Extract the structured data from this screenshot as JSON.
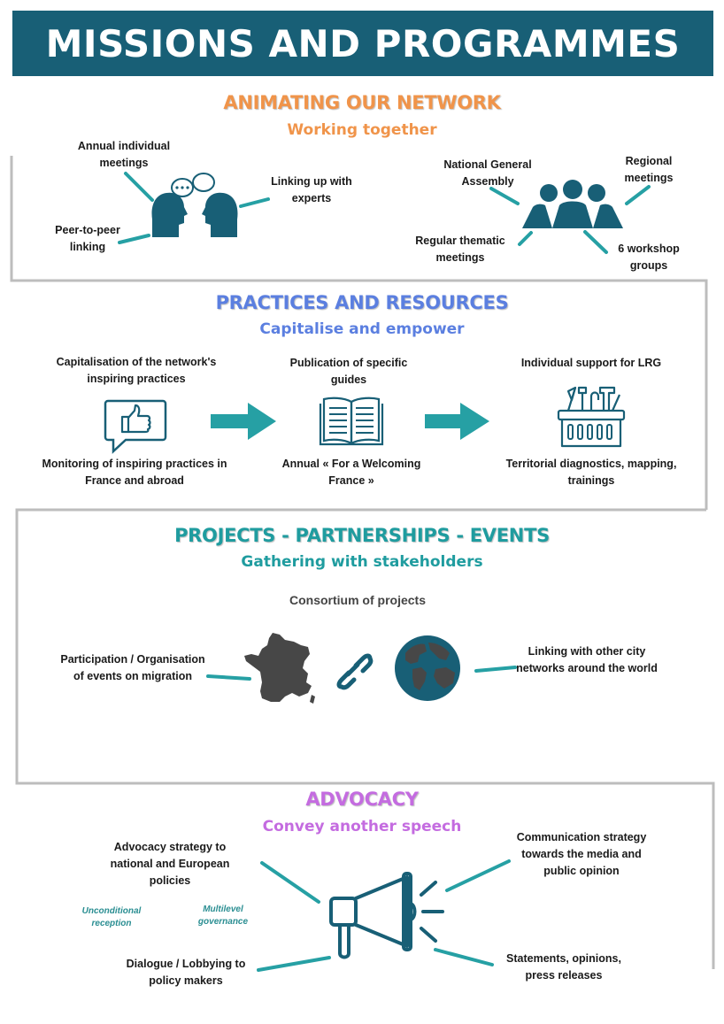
{
  "title": "MISSIONS AND PROGRAMMES",
  "colors": {
    "banner": "#185f76",
    "network": "#f0944a",
    "practices": "#5b7fe0",
    "projects": "#1f9c9f",
    "advocacy": "#c46ce0",
    "icon": "#185f76",
    "connector": "#26a0a4",
    "frame": "#bdbdbd"
  },
  "network": {
    "title": "ANIMATING OUR NETWORK",
    "subtitle": "Working together",
    "annual_meetings": "Annual individual meetings",
    "experts": "Linking up with experts",
    "peer": "Peer-to-peer linking",
    "general_assembly": "National General Assembly",
    "regional": "Regional meetings",
    "thematic": "Regular thematic meetings",
    "workshops": "6 workshop groups"
  },
  "practices": {
    "title": "PRACTICES AND RESOURCES",
    "subtitle": "Capitalise and empower",
    "capitalisation": "Capitalisation of the network's inspiring practices",
    "publication": "Publication of specific guides",
    "support": "Individual support for LRG",
    "monitoring": "Monitoring of inspiring practices in France and abroad",
    "annual": "Annual « For a Welcoming France »",
    "diagnostics": "Territorial diagnostics, mapping, trainings"
  },
  "projects": {
    "title": "PROJECTS - PARTNERSHIPS - EVENTS",
    "subtitle": "Gathering with stakeholders",
    "consortium": "Consortium of projects",
    "events": "Participation / Organisation of events on migration",
    "networks": "Linking with other city networks around the world"
  },
  "advocacy": {
    "title": "ADVOCACY",
    "subtitle": "Convey another speech",
    "strategy": "Advocacy strategy to national and European policies",
    "communication": "Communication strategy towards the media and public opinion",
    "dialogue": "Dialogue / Lobbying to policy makers",
    "statements": "Statements, opinions, press releases",
    "tag_reception": "Unconditional reception",
    "tag_governance": "Multilevel governance"
  }
}
